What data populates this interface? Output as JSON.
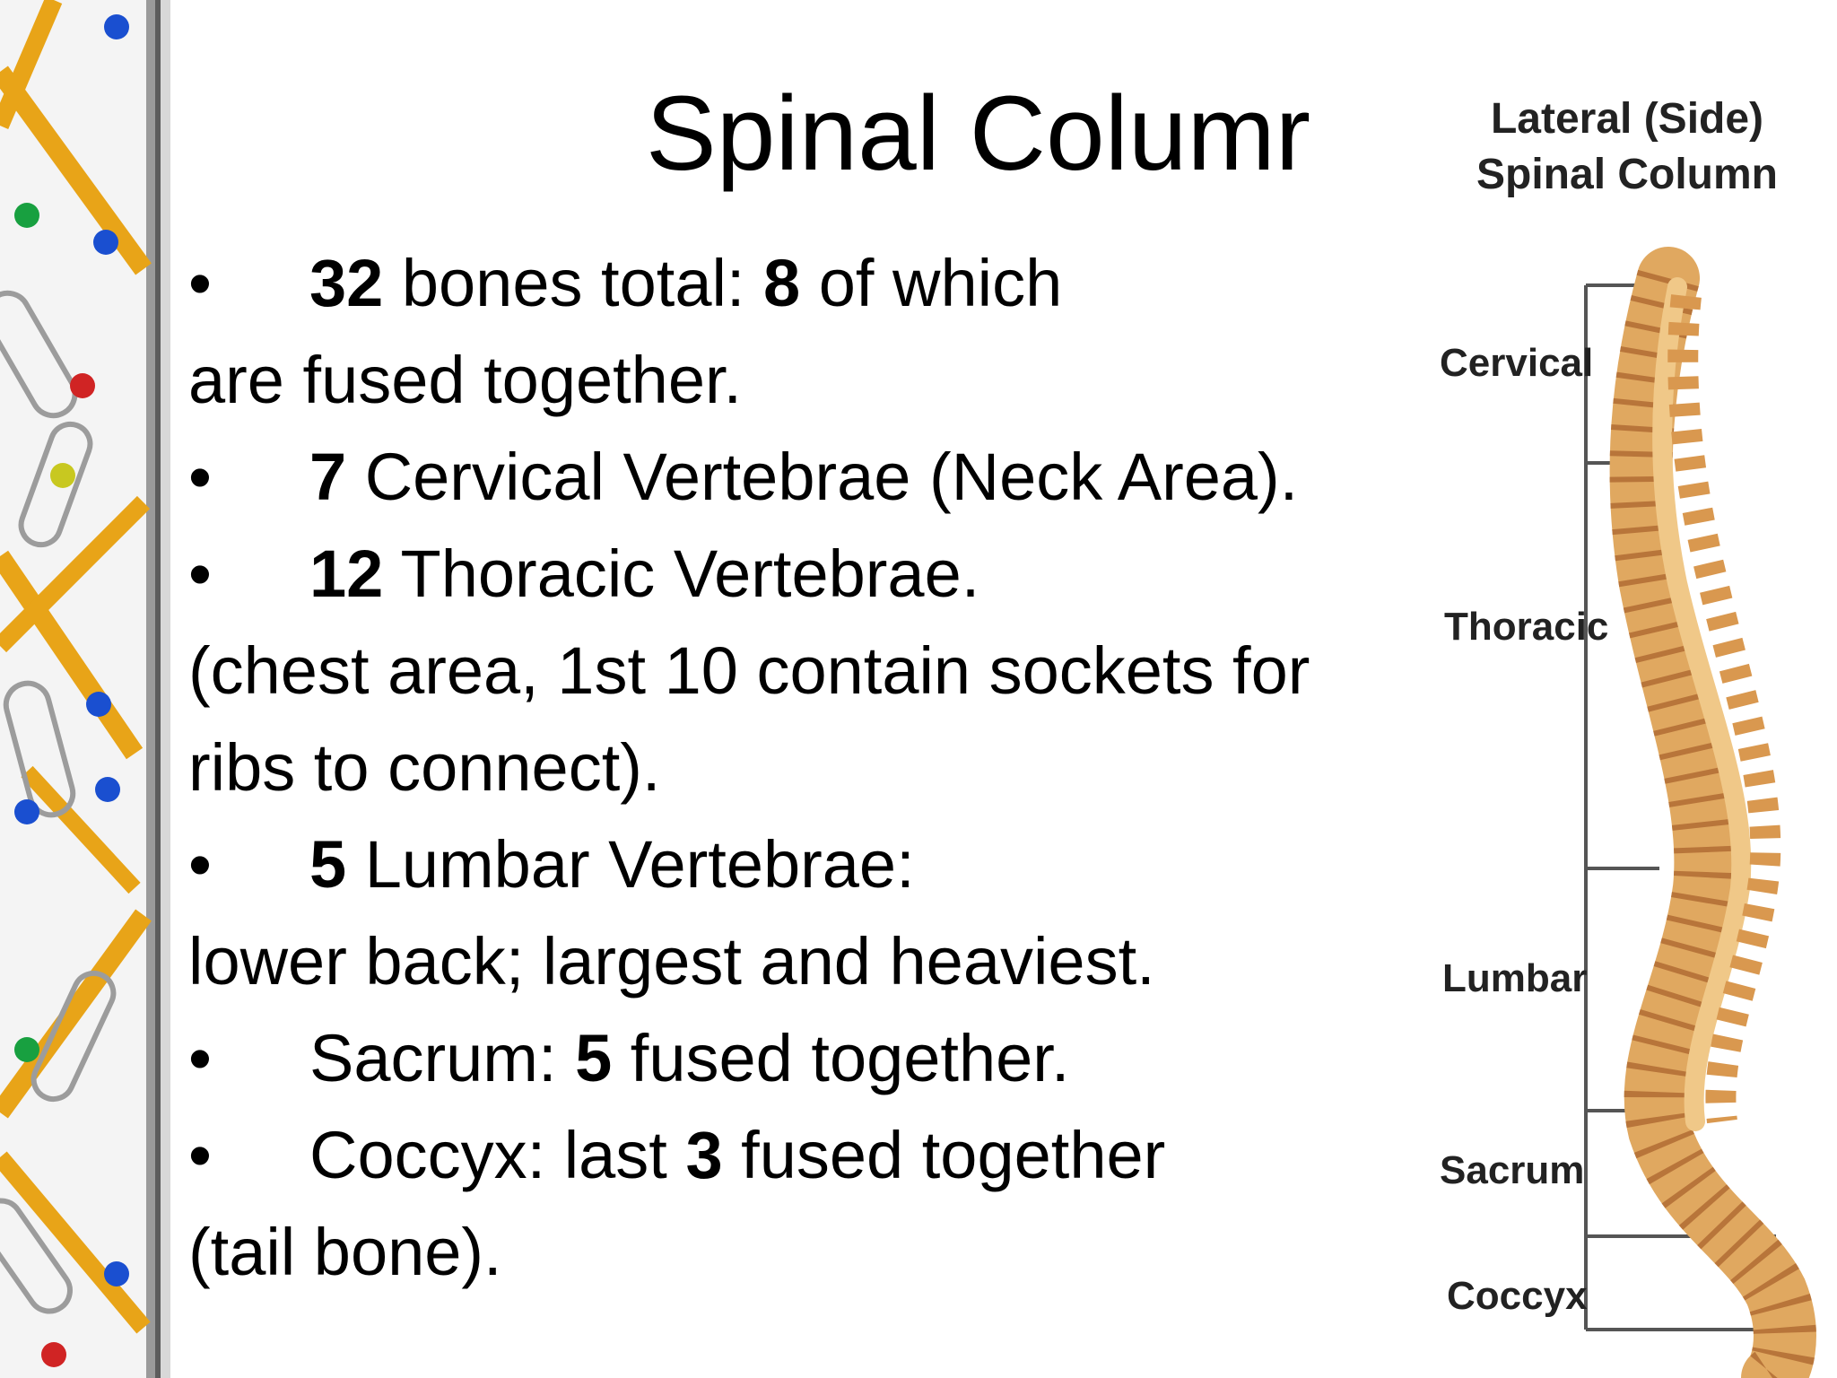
{
  "slide": {
    "title": "Spinal Columr",
    "bullet_symbol": "•",
    "lines": [
      {
        "num": "32",
        "pre": " bones total: ",
        "num2": "8",
        "post": " of which"
      },
      {
        "text": "are fused together."
      },
      {
        "num": "7",
        "text": "  Cervical Vertebrae (Neck Area)."
      },
      {
        "num": "12",
        "text": "   Thoracic Vertebrae."
      },
      {
        "text": "(chest area, 1st 10 contain sockets for"
      },
      {
        "text": "ribs to connect)."
      },
      {
        "num": "5",
        "text": "   Lumbar Vertebrae:"
      },
      {
        "text": "lower back; largest and heaviest."
      },
      {
        "pre": "Sacrum: ",
        "num": "5",
        "post": " fused together."
      },
      {
        "pre": "Coccyx: last ",
        "num": "3",
        "post": " fused together"
      },
      {
        "text": "(tail bone)."
      }
    ]
  },
  "diagram": {
    "title_line1": "Lateral (Side)",
    "title_line2": "Spinal Column",
    "regions": [
      "Cervical",
      "Thoracic",
      "Lumbar",
      "Sacrum",
      "Coccyx"
    ]
  },
  "colors": {
    "bone": "#e0a860",
    "bone_dark": "#b8753a",
    "pencil": "#f0b020",
    "pin_blue": "#1a4fd0"
  }
}
